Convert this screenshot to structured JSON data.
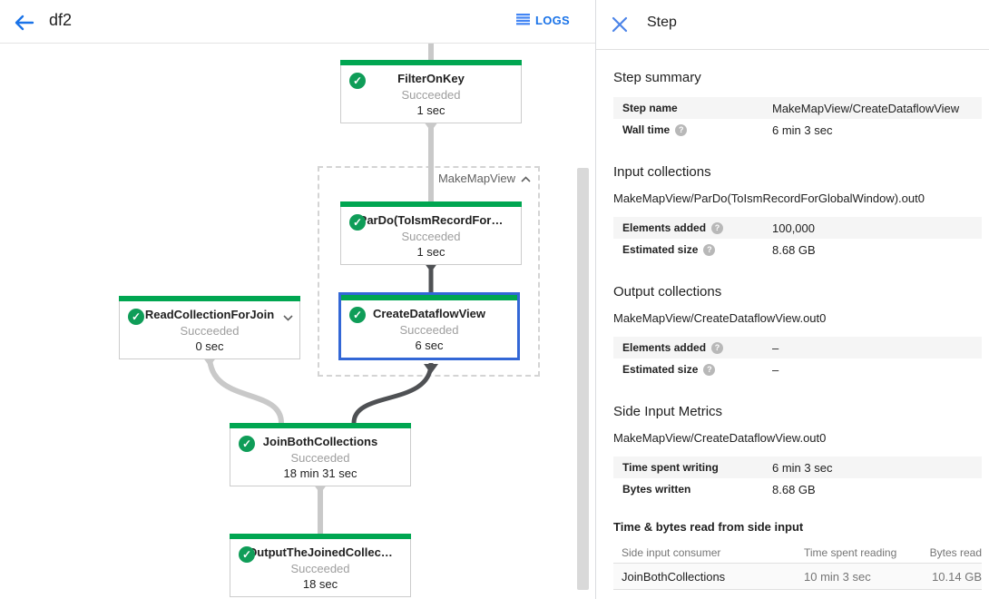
{
  "toolbar": {
    "title": "df2",
    "logs_label": "LOGS"
  },
  "graph": {
    "group_label": "MakeMapView",
    "nodes": [
      {
        "title": "FilterOnKey",
        "status": "Succeeded",
        "time": "1 sec"
      },
      {
        "title": "ParDo(ToIsmRecordFor…",
        "status": "Succeeded",
        "time": "1 sec"
      },
      {
        "title": "CreateDataflowView",
        "status": "Succeeded",
        "time": "6 sec"
      },
      {
        "title": "ReadCollectionForJoin",
        "status": "Succeeded",
        "time": "0 sec"
      },
      {
        "title": "JoinBothCollections",
        "status": "Succeeded",
        "time": "18 min 31 sec"
      },
      {
        "title": "OutputTheJoinedCollec…",
        "status": "Succeeded",
        "time": "18 sec"
      }
    ]
  },
  "panel": {
    "title": "Step",
    "step_summary": {
      "title": "Step summary",
      "rows": [
        {
          "label": "Step name",
          "value": "MakeMapView/CreateDataflowView"
        },
        {
          "label": "Wall time",
          "value": "6 min 3 sec"
        }
      ]
    },
    "input_collections": {
      "title": "Input collections",
      "subtitle": "MakeMapView/ParDo(ToIsmRecordForGlobalWindow).out0",
      "rows": [
        {
          "label": "Elements added",
          "value": "100,000"
        },
        {
          "label": "Estimated size",
          "value": "8.68 GB"
        }
      ]
    },
    "output_collections": {
      "title": "Output collections",
      "subtitle": "MakeMapView/CreateDataflowView.out0",
      "rows": [
        {
          "label": "Elements added",
          "value": "–"
        },
        {
          "label": "Estimated size",
          "value": "–"
        }
      ]
    },
    "side_input_metrics": {
      "title": "Side Input Metrics",
      "subtitle": "MakeMapView/CreateDataflowView.out0",
      "rows": [
        {
          "label": "Time spent writing",
          "value": "6 min 3 sec"
        },
        {
          "label": "Bytes written",
          "value": "8.68 GB"
        }
      ]
    },
    "side_input_table": {
      "title": "Time & bytes read from side input",
      "headers": [
        "Side input consumer",
        "Time spent reading",
        "Bytes read"
      ],
      "rows": [
        [
          "JoinBothCollections",
          "10 min 3 sec",
          "10.14 GB"
        ]
      ]
    }
  },
  "colors": {
    "accent_blue": "#1a73e8",
    "selection_blue": "#3367d6",
    "success_green": "#0f9d58",
    "bar_green": "#00a651",
    "edge_light": "#c9c9c9",
    "edge_dark": "#4f5154"
  }
}
